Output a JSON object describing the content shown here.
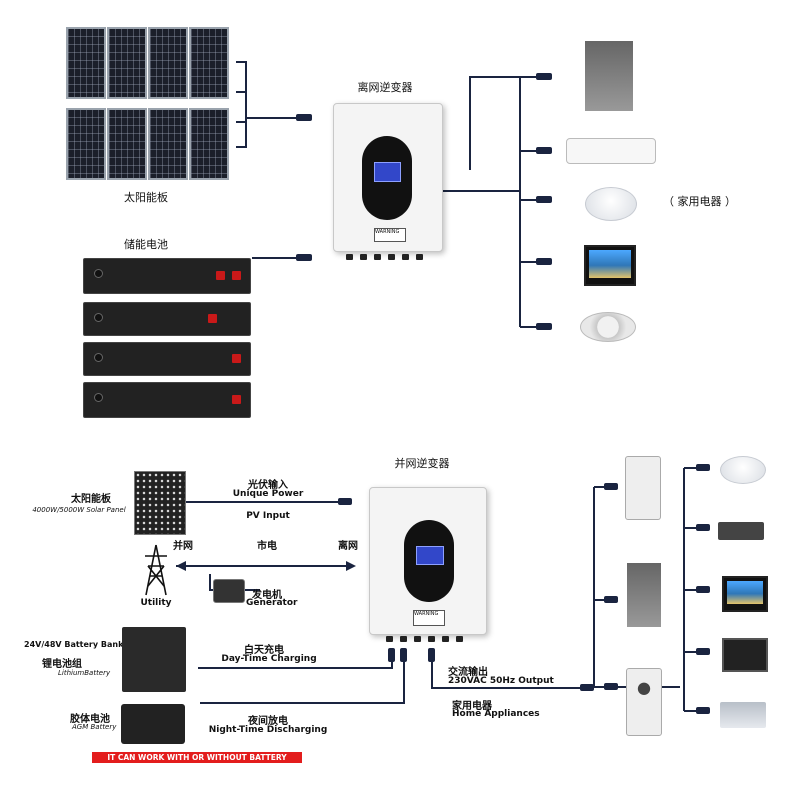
{
  "top": {
    "offgrid_inverter_label": "离网逆变器",
    "solar_label": "太阳能板",
    "storage_battery_label": "储能电池",
    "home_appliances_label": "（  家用电器  ）",
    "inverter_warning": "WARNING"
  },
  "bottom": {
    "grid_inverter_label": "并网逆变器",
    "solar_label_cn": "太阳能板",
    "solar_label_en": "4000W/5000W Solar Panel",
    "pv_input_cn": "光伏输入",
    "pv_input_en1": "Unique Power",
    "pv_input_en2": "PV Input",
    "grid_cn": "并网",
    "mains_cn": "市电",
    "offgrid_cn": "离网",
    "utility_en": "Utility",
    "generator_cn": "发电机",
    "generator_en": "Generator",
    "battery_bank_en": "24V/48V Battery Bank",
    "lithium_cn": "锂电池组",
    "lithium_en": "LithiumBattery",
    "daytime_cn": "白天充电",
    "daytime_en": "Day-Time Charging",
    "agm_cn": "胶体电池",
    "agm_en": "AGM Battery",
    "night_cn": "夜间放电",
    "night_en": "Night-Time Discharging",
    "ac_output_cn": "交流输出",
    "ac_output_en": "230VAC 50Hz Output",
    "appliances_cn": "家用电器",
    "appliances_en": "Home Appliances",
    "warning_bar": "IT CAN WORK WITH OR WITHOUT BATTERY"
  },
  "colors": {
    "wire": "#1a2440",
    "inverter_body": "#f4f4f4",
    "screen": "#3247c9",
    "warning_red": "#e31d1d"
  }
}
